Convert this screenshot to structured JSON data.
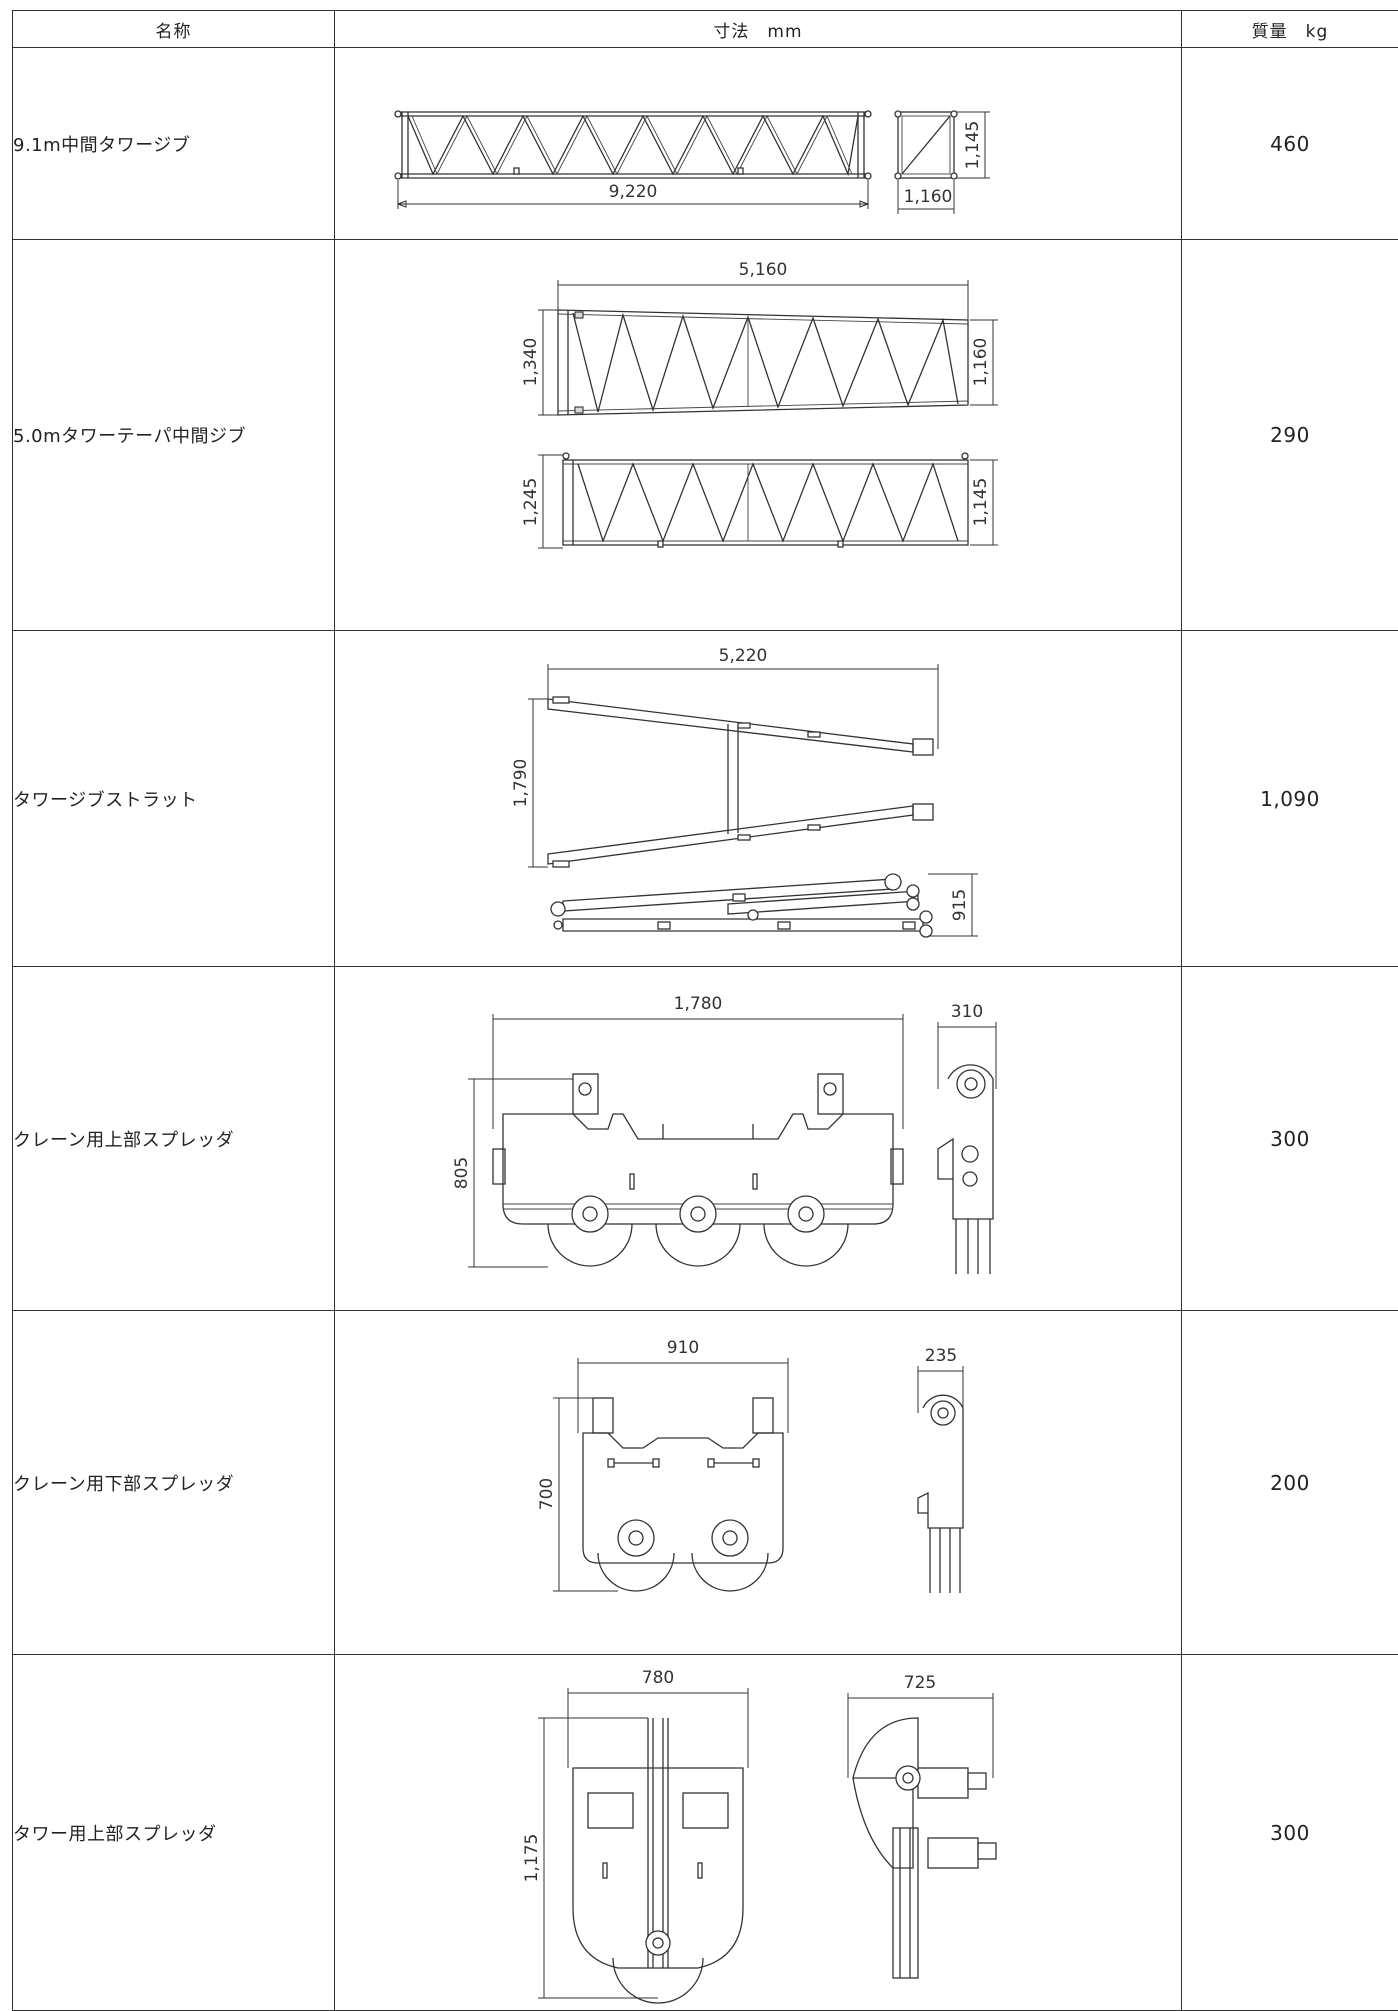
{
  "table": {
    "headers": {
      "name": "名称",
      "dimensions": "寸法　mm",
      "mass": "質量　kg"
    },
    "rows": [
      {
        "name": "9.1m中間タワージブ",
        "mass": "460",
        "dims": {
          "length": "9,220",
          "width": "1,160",
          "height": "1,145"
        }
      },
      {
        "name": "5.0mタワーテーパ中間ジブ",
        "mass": "290",
        "dims": {
          "length": "5,160",
          "h_left_top": "1,340",
          "h_right_top": "1,160",
          "h_left_bottom": "1,245",
          "h_right_bottom": "1,145"
        }
      },
      {
        "name": "タワージブストラット",
        "mass": "1,090",
        "dims": {
          "length": "5,220",
          "height": "1,790",
          "folded_height": "915"
        }
      },
      {
        "name": "クレーン用上部スプレッダ",
        "mass": "300",
        "dims": {
          "length": "1,780",
          "height": "805",
          "width": "310"
        }
      },
      {
        "name": "クレーン用下部スプレッダ",
        "mass": "200",
        "dims": {
          "length": "910",
          "height": "700",
          "width": "235"
        }
      },
      {
        "name": "タワー用上部スプレッダ",
        "mass": "300",
        "dims": {
          "width_front": "780",
          "height": "1,175",
          "width_side": "725"
        }
      }
    ]
  }
}
